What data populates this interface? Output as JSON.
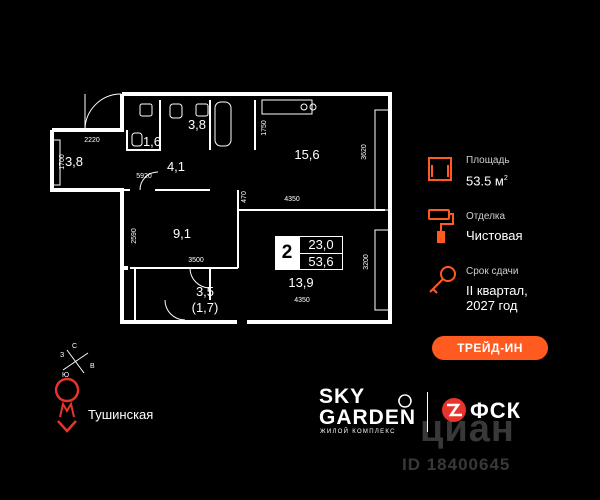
{
  "rooms": {
    "loggia_top_area": "3,8",
    "bath_small_area": "1,6",
    "bath_large_area": "3,8",
    "hall_area": "4,1",
    "kitchen_area": "15,6",
    "bedroom_area": "9,1",
    "living_area": "13,9",
    "storage_area": "3,5",
    "storage_sub_area": "(1,7)"
  },
  "dimensions": {
    "d2220": "2220",
    "d1700": "1700",
    "d5920": "5920",
    "d1750": "1750",
    "d3620": "3620",
    "d4350_top": "4350",
    "d2590": "2590",
    "d3500": "3500",
    "d3200": "3200",
    "d4350_bottom": "4350",
    "d470": "470"
  },
  "badge": {
    "rooms_count": "2",
    "living_area": "23,0",
    "total_area": "53,6"
  },
  "info": {
    "area_label": "Площадь",
    "area_value": "53.5 м",
    "area_unit_sup": "2",
    "finish_label": "Отделка",
    "finish_value": "Чистовая",
    "deadline_label": "Срок сдачи",
    "deadline_line1": "II квартал,",
    "deadline_line2": "2027 год"
  },
  "trade_in_label": "ТРЕЙД-ИН",
  "compass": {
    "n": "С",
    "s": "Ю",
    "w": "З",
    "e": "В"
  },
  "metro": {
    "station": "Тушинская",
    "icon": "metro-m-icon",
    "color": "#e8352b"
  },
  "brand": {
    "sky": "SKY",
    "garden": "GARDEN",
    "subtitle": "ЖИЛОЙ КОМПЛЕКС",
    "fsk": "ФСК",
    "fsk_color": "#e8352b"
  },
  "watermark": {
    "name": "циан",
    "id": "ID 18400645"
  },
  "colors": {
    "accent": "#ff5a1f",
    "background": "#000000"
  }
}
